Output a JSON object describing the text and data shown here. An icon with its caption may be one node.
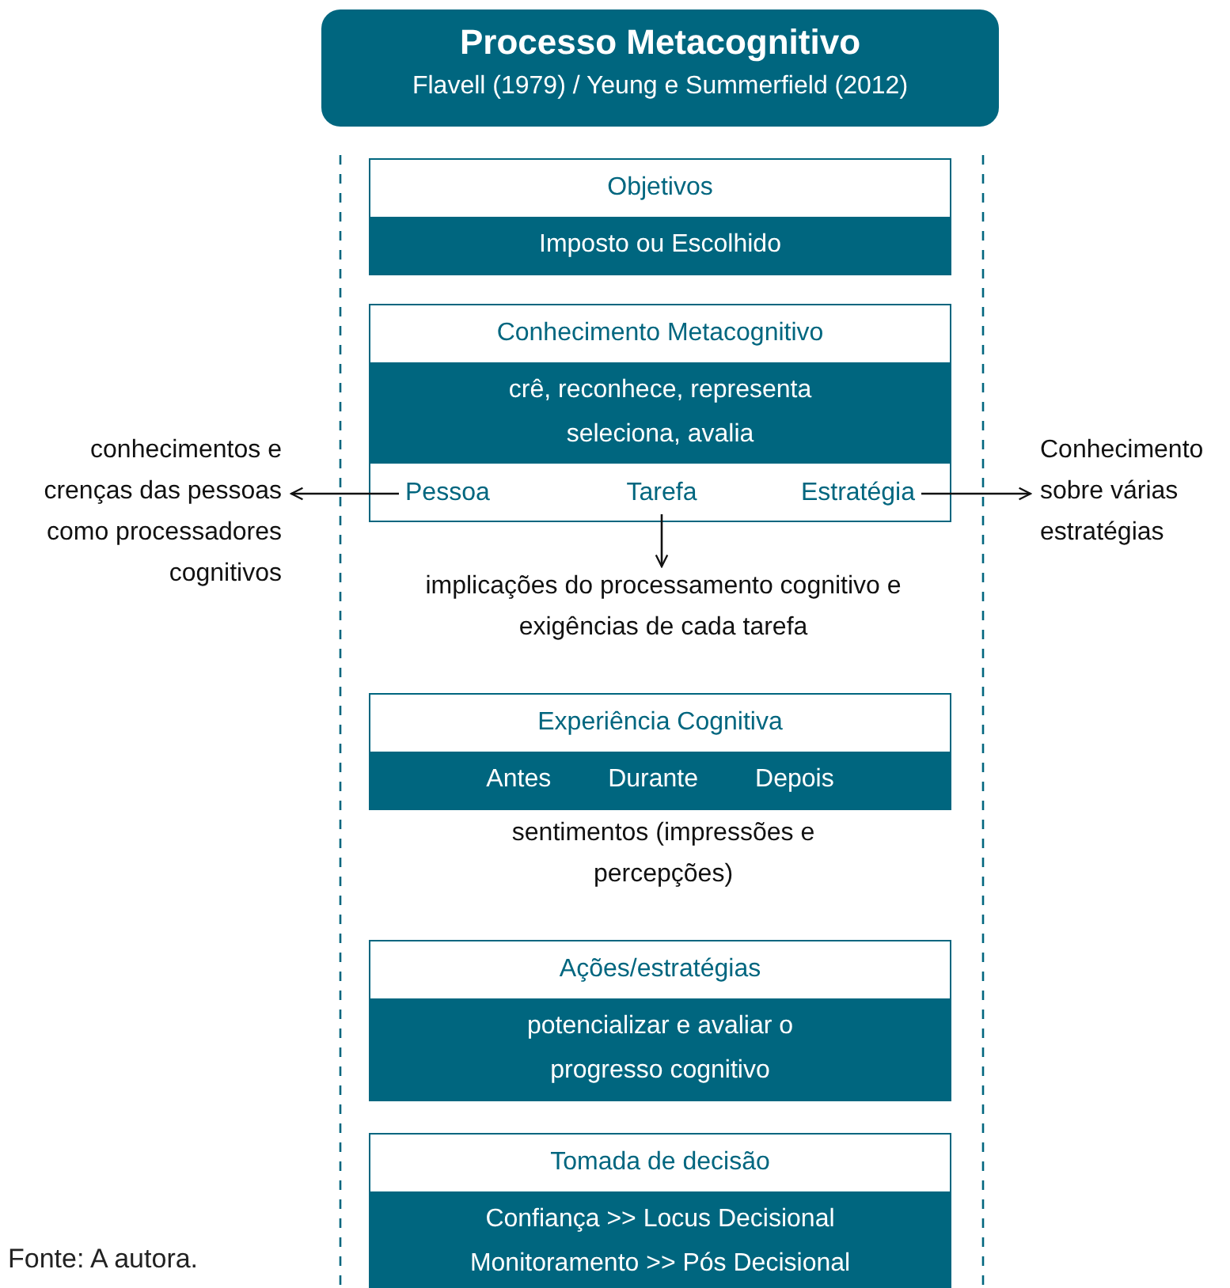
{
  "diagram": {
    "nodes": [
      {
        "text": [
          "Processo Metacognitivo",
          "Flavell (1979) / Yeung e Summerfield (2012)"
        ]
      },
      {
        "text": [
          "Objetivos",
          "Imposto ou Escolhido"
        ]
      },
      {
        "text": [
          "Conhecimento Metacognitivo",
          "crê, reconhece, representa seleciona, avalia"
        ]
      },
      {
        "text": [
          "Pessoa"
        ],
        "in": 2
      },
      {
        "text": [
          "Tarefa"
        ],
        "in": 2
      },
      {
        "text": [
          "Estratégia"
        ],
        "in": 2
      },
      {
        "text": [
          "conhecimentos e crenças das pessoas como processadores cognitivos"
        ]
      },
      {
        "text": [
          "Conhecimento sobre várias estratégias"
        ]
      },
      {
        "text": [
          "implicações do processamento cognitivo e exigências de cada tarefa"
        ]
      },
      {
        "text": [
          "Experiência Cognitiva",
          "Antes",
          "Durante",
          "Depois"
        ],
        "beside": [
          "sentimentos (impressões e percepções)"
        ]
      },
      {
        "text": [
          "Ações/estratégias",
          "potencializar e avaliar o progresso cognitivo"
        ]
      },
      {
        "text": [
          "Tomada de decisão",
          "Confiança >> Locus Decisional",
          "Monitoramento >> Pós Decisional"
        ]
      }
    ],
    "edges": [
      {
        "from": 3,
        "to": 6,
        "arrow": "to"
      },
      {
        "from": 5,
        "to": 7,
        "arrow": "to"
      },
      {
        "from": 4,
        "to": 8,
        "arrow": "to"
      }
    ],
    "labels": [
      "Fonte: A autora."
    ]
  }
}
